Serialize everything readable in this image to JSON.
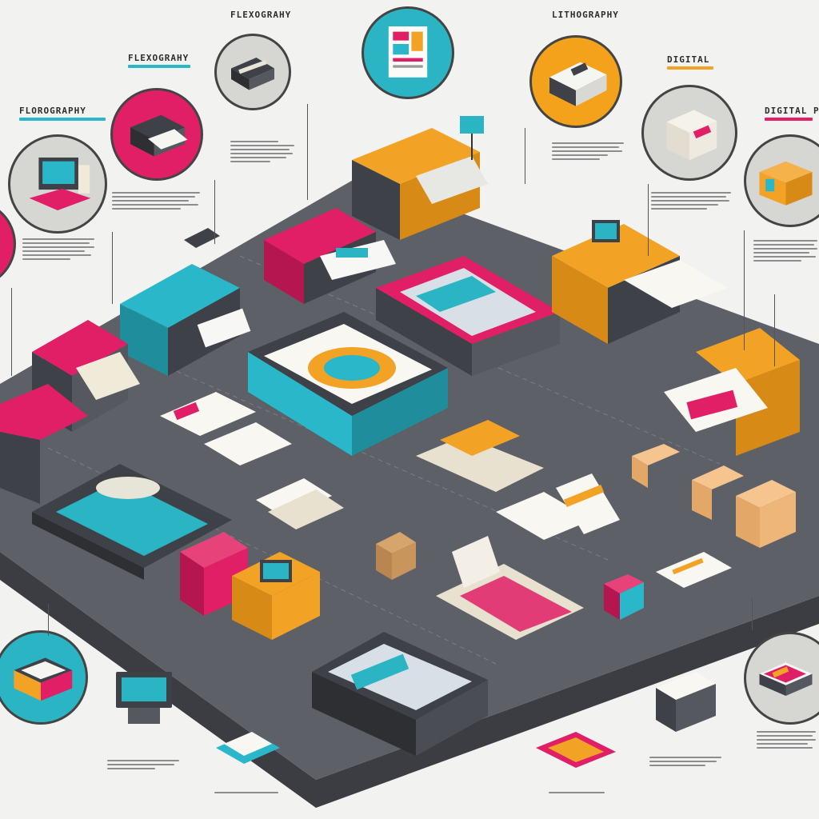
{
  "labels": {
    "flexography_top": "FLEXOGRAHY",
    "lithography": "LITHOGRAPHY",
    "flexography_left": "FLEXOGRAHY",
    "flexography_far_left": "FLOROGRAPHY",
    "digital": "DIGITAL",
    "digital_print": "DIGITAL PRI"
  },
  "colors": {
    "floor_top": "#5d6066",
    "floor_side": "#3b3d42",
    "magenta": "#e01f66",
    "cyan": "#29b7c9",
    "orange": "#f2a325",
    "dark": "#3e4147",
    "teal_circle": "#2bb5c4",
    "orange_circle": "#f4a21c",
    "gray_circle": "#d6d6d3"
  },
  "icons": {
    "circles": [
      "printer-icon",
      "computer-terminal-icon",
      "flexo-press-icon",
      "print-sheet-icon",
      "offset-press-icon",
      "box-icon",
      "packaging-icon",
      "digital-press-icon",
      "cartridge-icon",
      "magazine-stack-icon"
    ]
  }
}
